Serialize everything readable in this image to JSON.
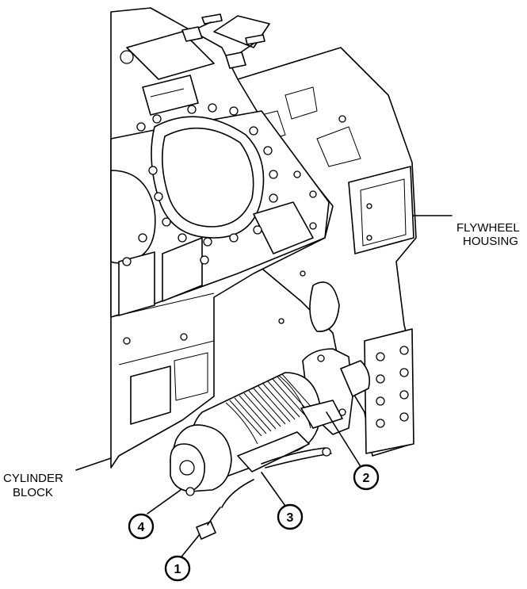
{
  "labels": {
    "flywheel_line1": "FLYWHEEL",
    "flywheel_line2": "HOUSING",
    "cylinder_line1": "CYLINDER",
    "cylinder_line2": "BLOCK"
  },
  "callouts": [
    "1",
    "2",
    "3",
    "4"
  ]
}
